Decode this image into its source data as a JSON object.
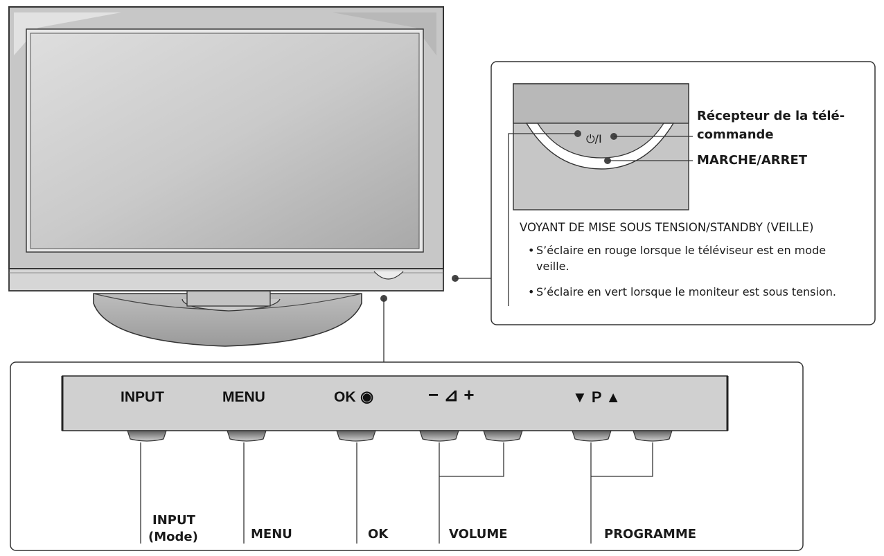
{
  "callout": {
    "power_symbol": "⏻/I",
    "remote_receiver": [
      "Récepteur de la télé-",
      "commande"
    ],
    "power_button": "MARCHE/ARRET",
    "indicator_title": "VOYANT DE MISE SOUS TENSION/STANDBY (VEILLE)",
    "bullets": [
      [
        "S’éclaire en rouge lorsque le téléviseur est en mode",
        "veille."
      ],
      [
        "S’éclaire en vert lorsque le moniteur est sous tension."
      ]
    ]
  },
  "panel": {
    "key_labels": {
      "input": "INPUT",
      "menu": "MENU",
      "ok": "OK",
      "ok_symbol": "◉",
      "volume": "− ⊿ +",
      "programme": "▼  P  ▲"
    },
    "function_labels": {
      "input": [
        "INPUT",
        "(Mode)"
      ],
      "menu": "MENU",
      "ok": "OK",
      "volume": "VOLUME",
      "programme": "PROGRAMME"
    }
  }
}
